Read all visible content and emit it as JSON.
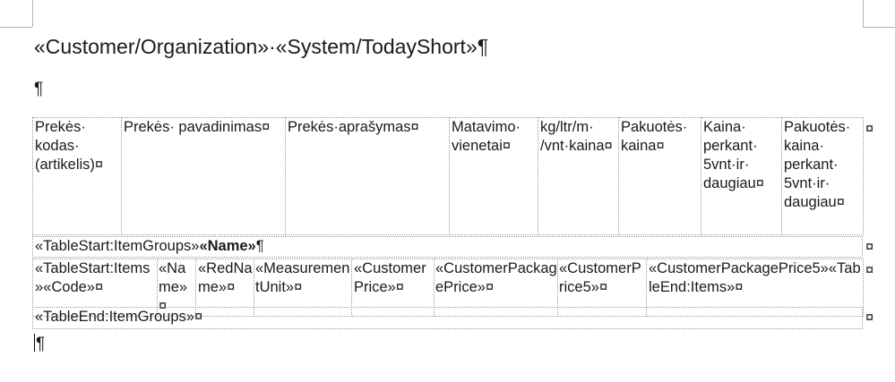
{
  "header": {
    "title": "«Customer/Organization»·«System/TodayShort»¶"
  },
  "empty_paragraph": "¶",
  "main_table": {
    "headers": [
      "Prekės· kodas· (artikelis)¤",
      "Prekės· pavadinimas¤",
      "Prekės·aprašymas¤",
      "Matavimo· vienetai¤",
      "kg/ltr/m· /vnt·kaina¤",
      "Pakuotės· kaina¤",
      "Kaina· perkant· 5vnt·ir· daugiau¤",
      "Pakuotės· kaina· perkant· 5vnt·ir· daugiau¤"
    ],
    "row_end_mark": "¤"
  },
  "group_row": {
    "prefix": "«TableStart:ItemGroups»",
    "bold_field": "«Name»",
    "suffix": "¶",
    "end_mark": "¤"
  },
  "items_row": {
    "cells": [
      "«TableStart:Items»«Code»¤",
      "«Name»¤",
      "«RedName»¤",
      "«MeasurementUnit»¤",
      "«CustomerPrice»¤",
      "«CustomerPackagePrice»¤",
      "«CustomerPrice5»¤",
      "«CustomerPackagePrice5»«TableEnd:Items»¤"
    ],
    "end_mark": "¤"
  },
  "group_end_row": {
    "text": "«TableEnd:ItemGroups»¤",
    "end_mark": "¤"
  },
  "final_paragraph": "¶"
}
